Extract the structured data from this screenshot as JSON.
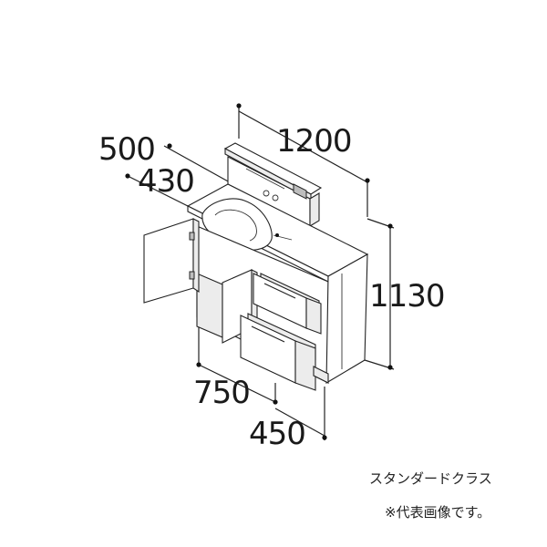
{
  "dimensions": {
    "width_total": "1200",
    "depth_outer": "500",
    "depth_inner": "430",
    "height_total": "1130",
    "width_left_cabinet": "750",
    "width_right_cabinet": "450"
  },
  "captions": {
    "grade": "スタンダードクラス",
    "note": "※代表画像です。"
  }
}
